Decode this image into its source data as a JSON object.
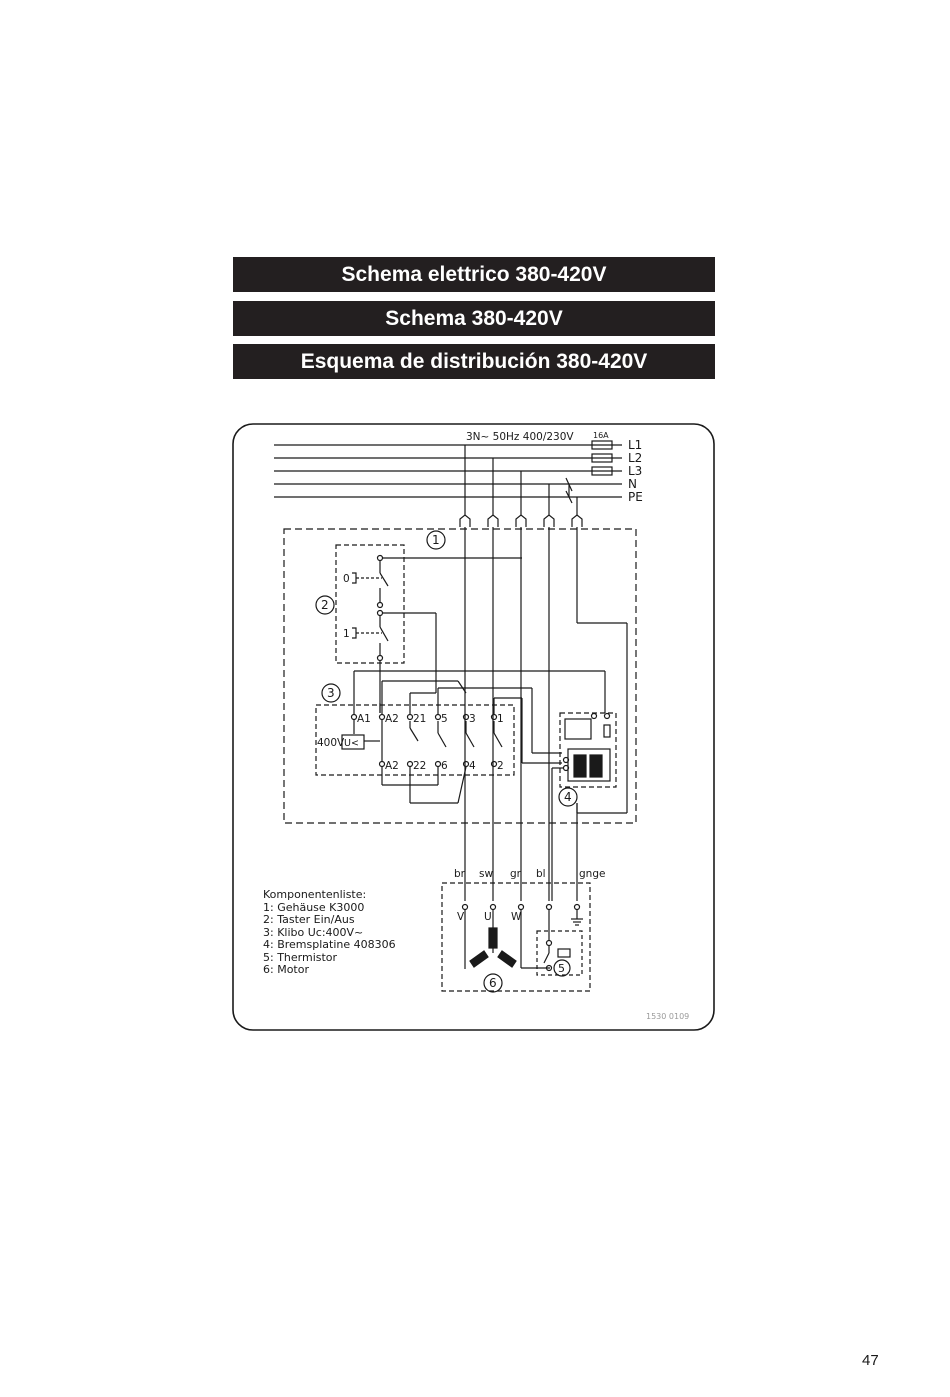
{
  "titles": {
    "italian": "Schema elettrico 380-420V",
    "german": "Schema 380-420V",
    "spanish": "Esquema de distribución 380-420V"
  },
  "supply": {
    "label": "3N~ 50Hz 400/230V",
    "fuse": "16A",
    "lines": [
      "L1",
      "L2",
      "L3",
      "N",
      "PE"
    ]
  },
  "component_numbers": [
    "1",
    "2",
    "3",
    "4",
    "5",
    "6"
  ],
  "switch_labels": {
    "off": "0",
    "on": "1"
  },
  "contactor": {
    "top_terminals": [
      "A1",
      "A2",
      "21",
      "5",
      "3",
      "1"
    ],
    "bottom_terminals": [
      "A2",
      "22",
      "6",
      "4",
      "2"
    ],
    "coil_voltage": "400V",
    "coil_symbol": "U<"
  },
  "wire_colors": [
    "br",
    "sw",
    "gr",
    "bl",
    "gnge"
  ],
  "motor_terminals": [
    "V",
    "U",
    "W"
  ],
  "component_list": {
    "heading": "Komponentenliste:",
    "items": [
      "1: Gehäuse K3000",
      "2: Taster Ein/Aus",
      "3: Klibo Uc:400V~",
      "4: Bremsplatine 408306",
      "5: Thermistor",
      "6: Motor"
    ]
  },
  "drawing_number": "1530 0109",
  "page_number": "47"
}
